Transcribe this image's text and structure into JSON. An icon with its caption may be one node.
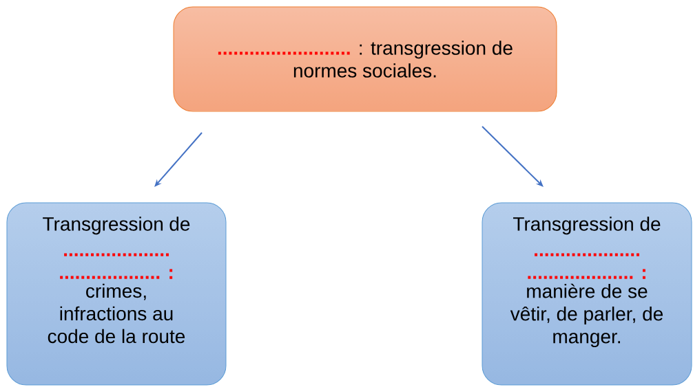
{
  "diagram": {
    "nodes": [
      {
        "text": [
          ".........................",
          ": transgression de normes sociales."
        ]
      },
      {
        "text": [
          "Transgression de",
          ".................... ................... :",
          "crimes, infractions au code de la route"
        ]
      },
      {
        "text": [
          "Transgression de",
          ".................... .................... :",
          "manière de se vêtir, de parler, de manger."
        ]
      }
    ],
    "edges": [
      {
        "from": 0,
        "to": 1,
        "arrow": "to"
      },
      {
        "from": 0,
        "to": 2,
        "arrow": "to"
      }
    ]
  }
}
